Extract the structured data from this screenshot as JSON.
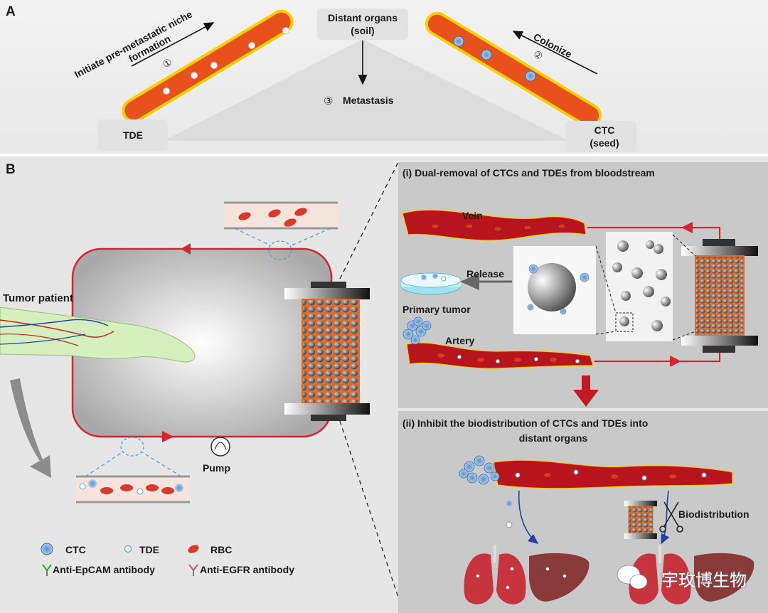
{
  "panel_a": {
    "letter": "A",
    "initiate_text": "Initiate pre-metastatic niche",
    "formation_text": "formation",
    "step1": "①",
    "distant_organs": "Distant organs",
    "soil": "(soil)",
    "colonize": "Colonize",
    "step2": "②",
    "step3": "③",
    "metastasis": "Metastasis",
    "tde_label": "TDE",
    "ctc_label": "CTC",
    "seed": "(seed)"
  },
  "panel_b": {
    "letter": "B",
    "tumor_patient": "Tumor patient",
    "pump": "Pump",
    "section_i_title": "(i) Dual-removal of CTCs and TDEs from bloodstream",
    "vein": "Vein",
    "release": "Release",
    "primary_tumor": "Primary tumor",
    "artery": "Artery",
    "section_ii_title_line1": "(ii) Inhibit the biodistribution of CTCs and TDEs into",
    "section_ii_title_line2": "distant organs",
    "biodistribution": "Biodistribution"
  },
  "legend": {
    "ctc": "CTC",
    "tde": "TDE",
    "rbc": "RBC",
    "epcam": "Anti-EpCAM antibody",
    "egfr": "Anti-EGFR antibody"
  },
  "watermark": "宇玫博生物",
  "colors": {
    "vessel_orange": "#e8501c",
    "vessel_yellow_rim": "#f5d000",
    "blood_red": "#b8141c",
    "circuit_red": "#d8242c",
    "panel_grey": "#e6e6e6",
    "cell_blue": "#7fb2e0"
  }
}
